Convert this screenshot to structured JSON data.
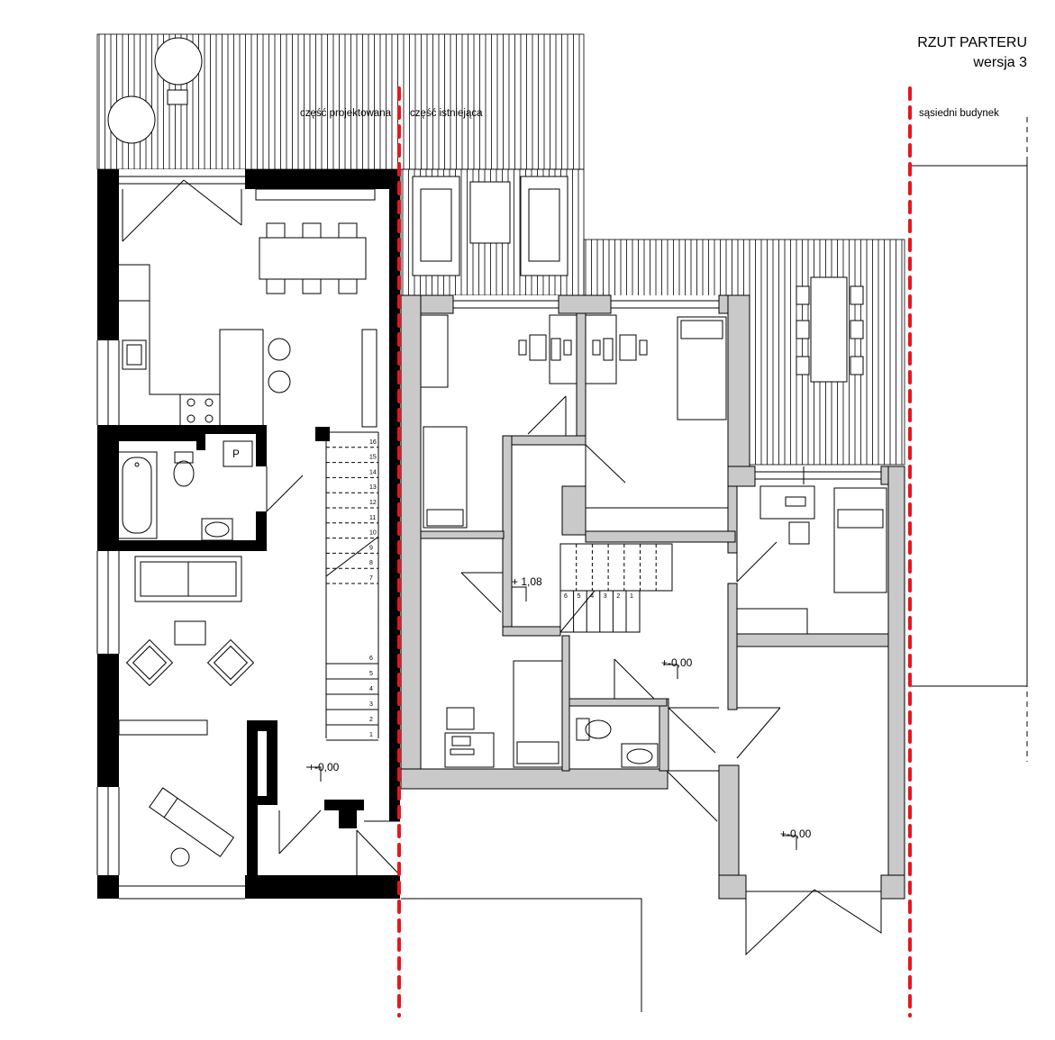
{
  "labels": {
    "title": "RZUT PARTERU",
    "version": "wersja 3",
    "part_designed": "część projektowana",
    "part_existing": "część istniejąca",
    "neighbour": "sąsiedni budynek",
    "level_new": "+-0,00",
    "level_existing": "+-0,00",
    "level_mezzanine": "+ 1,08",
    "level_garage": "+-0,00",
    "parking_symbol": "P"
  },
  "stairs": {
    "new_upper_steps": [
      "16",
      "15",
      "14",
      "13",
      "12",
      "11",
      "10",
      "9",
      "8",
      "7"
    ],
    "new_lower_steps": [
      "6",
      "5",
      "4",
      "3",
      "2",
      "1"
    ],
    "existing_steps": [
      "6",
      "5",
      "4",
      "3",
      "2",
      "1"
    ]
  },
  "colors": {
    "wall_new": "#000000",
    "wall_existing": "#c9c9c9",
    "boundary_line": "#e8161b",
    "line": "#000000"
  }
}
